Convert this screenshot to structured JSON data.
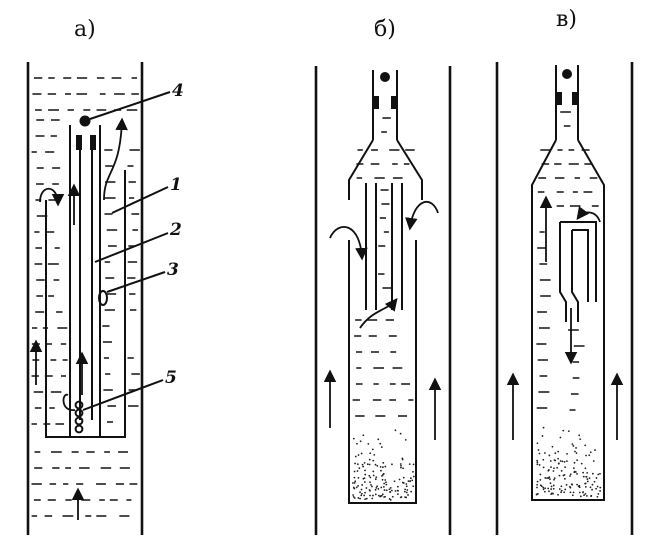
{
  "panels": [
    {
      "id": "a",
      "label": "а)"
    },
    {
      "id": "b",
      "label": "б)"
    },
    {
      "id": "v",
      "label": "в)"
    }
  ],
  "callouts": [
    {
      "id": "ball-valve",
      "label": "4"
    },
    {
      "id": "outer-pipe",
      "label": "1"
    },
    {
      "id": "inner-pipe",
      "label": "2"
    },
    {
      "id": "gas-bubble",
      "label": "3"
    },
    {
      "id": "bubbles",
      "label": "5"
    }
  ],
  "colors": {
    "ink": "#111111",
    "paper": "#ffffff"
  }
}
